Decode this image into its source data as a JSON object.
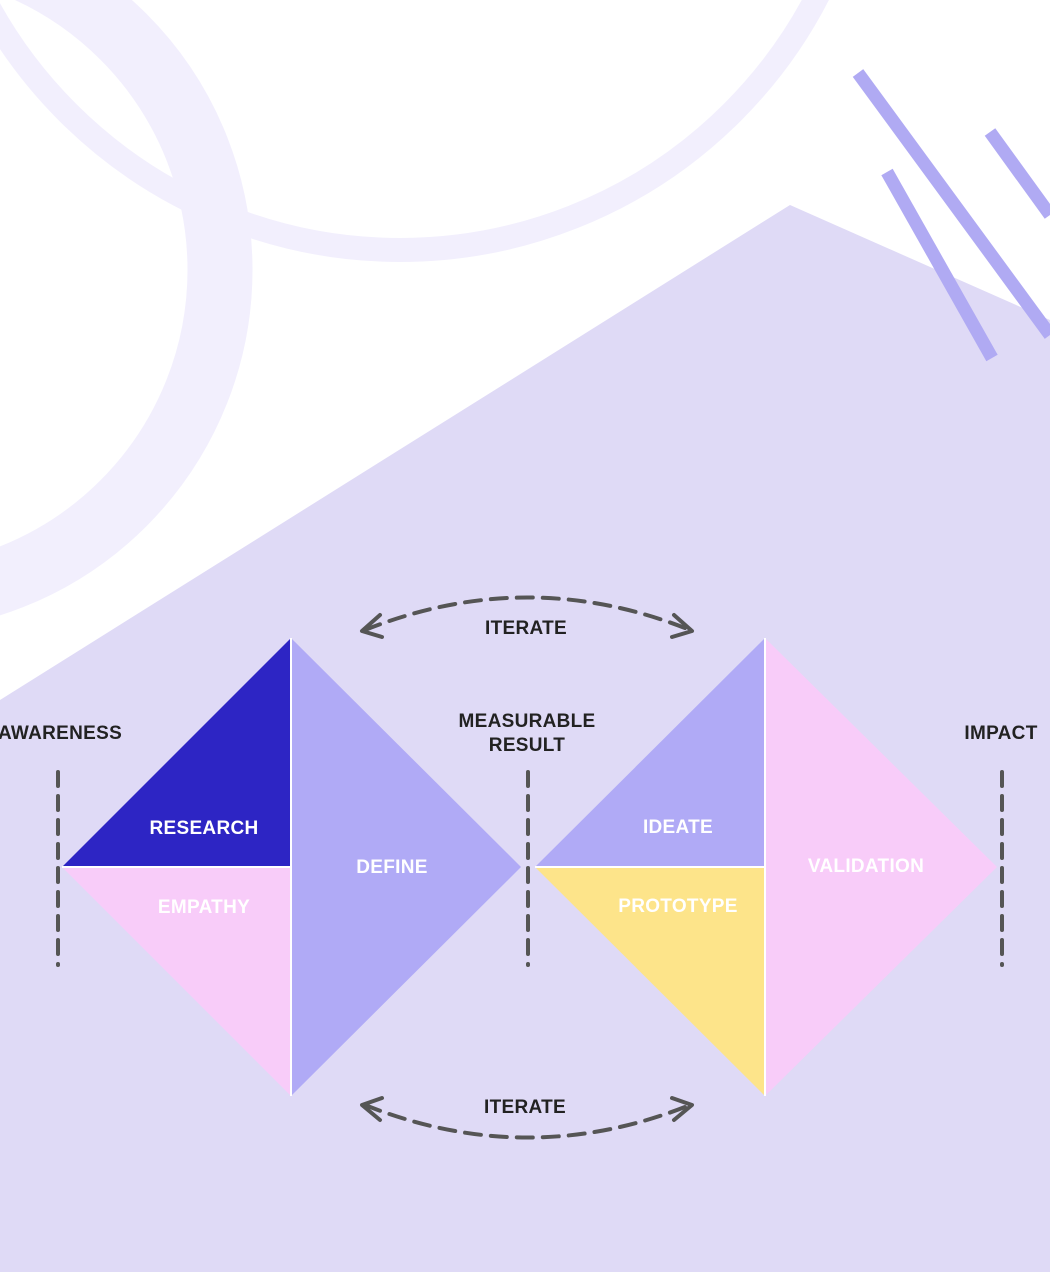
{
  "colors": {
    "background": "#ffffff",
    "backdrop": "#dfdaf6",
    "ring": "#f2effd",
    "zigzag": "#b0aaf3",
    "research": "#2d25c4",
    "define": "#b0aaf6",
    "empathy": "#f8ccf9",
    "ideate": "#b0aaf6",
    "prototype": "#fde48a",
    "validation": "#f8ccf9",
    "ink": "#222222",
    "dash": "#555555",
    "white_text": "#ffffff"
  },
  "milestones": {
    "start": "AWARENESS",
    "middle_line1": "MEASURABLE",
    "middle_line2": "RESULT",
    "end": "IMPACT"
  },
  "stages": {
    "research": "RESEARCH",
    "empathy": "EMPATHY",
    "define": "DEFINE",
    "ideate": "IDEATE",
    "prototype": "PROTOTYPE",
    "validation": "VALIDATION"
  },
  "loops": {
    "top": "ITERATE",
    "bottom": "ITERATE"
  }
}
